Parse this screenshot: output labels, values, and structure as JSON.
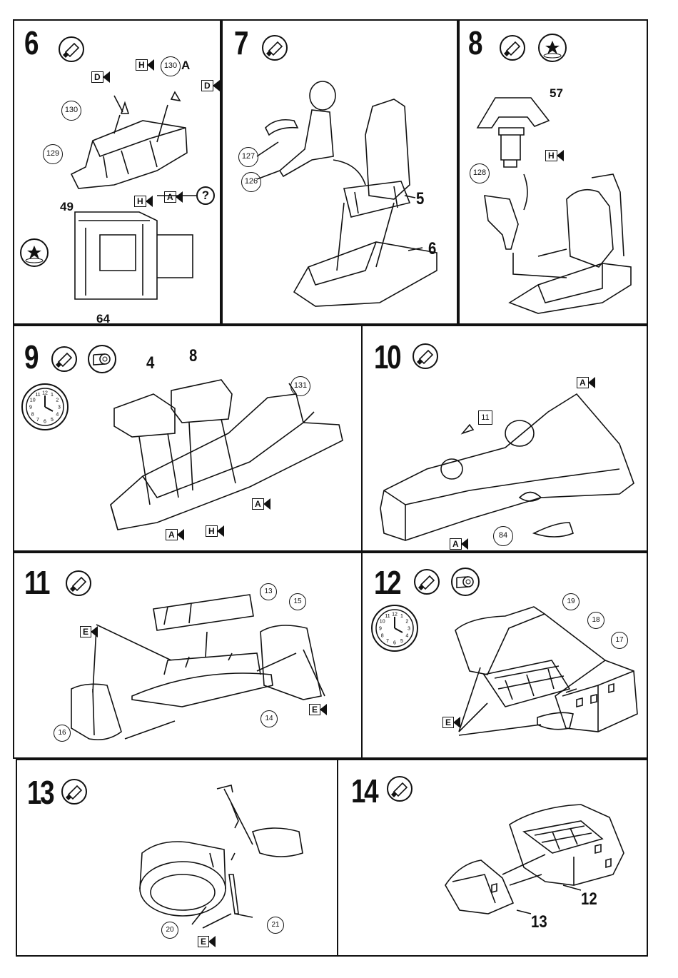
{
  "steps": {
    "s6": {
      "num": "6",
      "callouts": [
        "130",
        "130",
        "129"
      ],
      "suffixA": "A",
      "labels": [
        "49",
        "64"
      ],
      "flags": [
        "D",
        "H",
        "D",
        "H",
        "A"
      ],
      "question": "?"
    },
    "s7": {
      "num": "7",
      "callouts": [
        "127",
        "126"
      ],
      "labels": [
        "5",
        "6"
      ]
    },
    "s8": {
      "num": "8",
      "callouts": [
        "128"
      ],
      "labels": [
        "57"
      ],
      "flags": [
        "H"
      ]
    },
    "s9": {
      "num": "9",
      "callouts": [
        "131"
      ],
      "labels": [
        "4",
        "8"
      ],
      "flags": [
        "A",
        "H",
        "A"
      ]
    },
    "s10": {
      "num": "10",
      "callouts": [
        "84"
      ],
      "boxlabel": "11",
      "flags": [
        "A",
        "A"
      ]
    },
    "s11": {
      "num": "11",
      "callouts": [
        "13",
        "15",
        "14",
        "16"
      ],
      "flags": [
        "E",
        "E"
      ]
    },
    "s12": {
      "num": "12",
      "callouts": [
        "19",
        "18",
        "17"
      ],
      "flags": [
        "E"
      ]
    },
    "s13": {
      "num": "13",
      "callouts": [
        "20",
        "21"
      ],
      "flags": [
        "E"
      ]
    },
    "s14": {
      "num": "14",
      "labels": [
        "12",
        "13"
      ]
    }
  },
  "icons": {
    "glue": "glue-tube-icon",
    "paint": "paint-decal-icon",
    "tape": "tape-roll-icon",
    "clock": "clock-icon"
  },
  "clock": {
    "numbers": [
      "12",
      "1",
      "2",
      "3",
      "4",
      "5",
      "6",
      "7",
      "8",
      "9",
      "10",
      "11"
    ]
  }
}
